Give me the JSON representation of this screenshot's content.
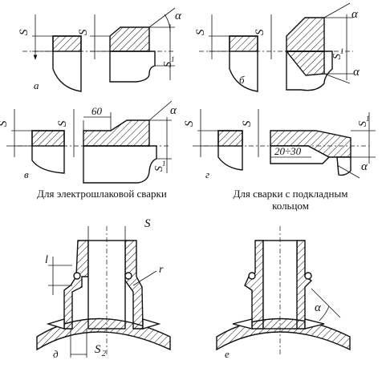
{
  "symbols": {
    "S": "S",
    "S1": "S",
    "S1_sub": "1",
    "S2": "S",
    "S2_sub": "2",
    "alpha": "α",
    "l": "l",
    "r": "r"
  },
  "dimensions": {
    "d60": "60",
    "d20_30": "20÷30"
  },
  "panel_letters": {
    "a": "а",
    "b": "б",
    "v": "в",
    "g": "г",
    "d": "д",
    "e": "е"
  },
  "captions": {
    "electroslag": "Для электрошлаковой сварки",
    "backing_ring_line1": "Для сварки с подкладным",
    "backing_ring_line2": "кольцом"
  }
}
